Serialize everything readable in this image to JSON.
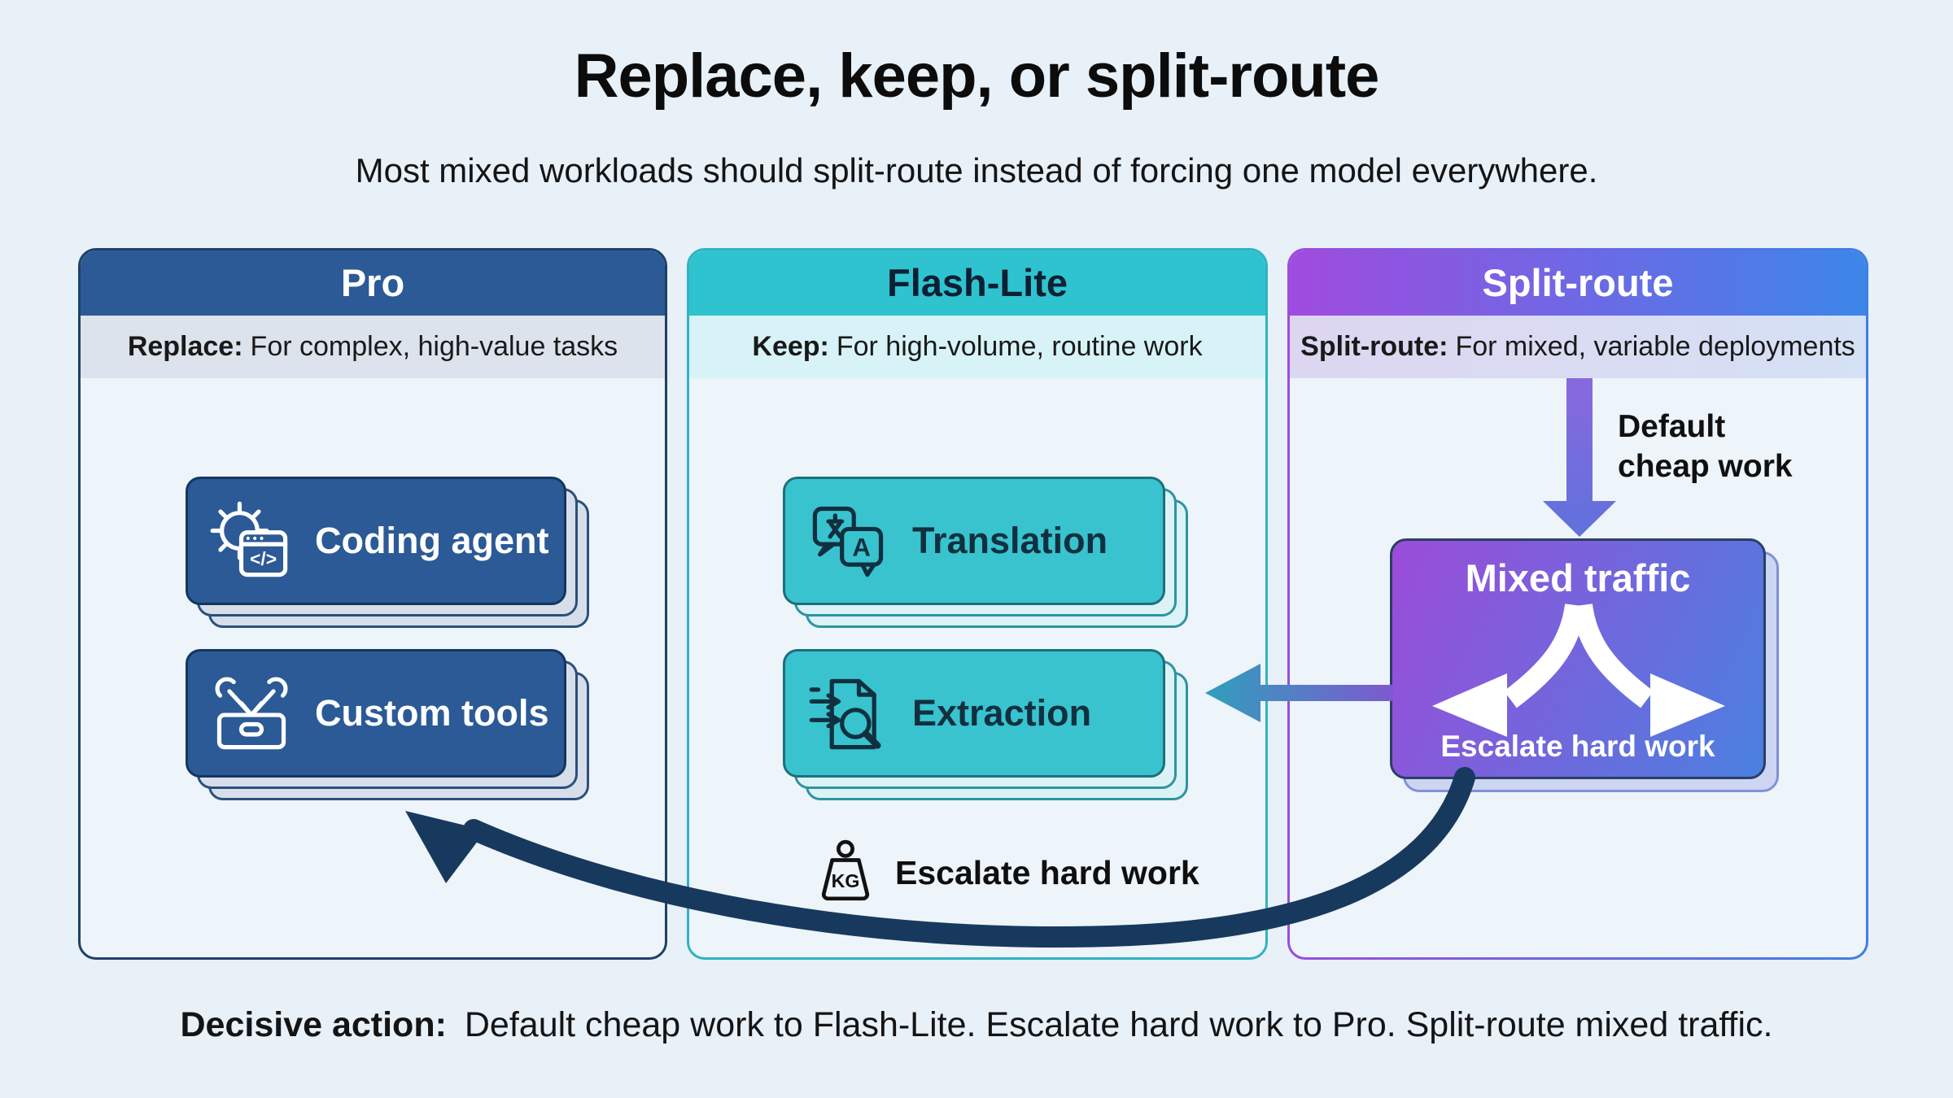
{
  "page": {
    "title": "Replace, keep, or split-route",
    "subtitle": "Most mixed workloads should split-route instead of forcing one model everywhere.",
    "background_color": "#e8f0f8"
  },
  "columns": [
    {
      "title": "Pro",
      "tagline_lead": "Replace:",
      "tagline_rest": " For complex, high-value tasks",
      "header_color": "#2b5a96",
      "cards": [
        {
          "label": "Coding agent",
          "icon": "gear-code-icon"
        },
        {
          "label": "Custom tools",
          "icon": "toolbox-icon"
        }
      ]
    },
    {
      "title": "Flash-Lite",
      "tagline_lead": "Keep:",
      "tagline_rest": " For high-volume, routine work",
      "header_color": "#2fc3cf",
      "cards": [
        {
          "label": "Translation",
          "icon": "translation-bubbles-icon"
        },
        {
          "label": "Extraction",
          "icon": "document-search-icon"
        }
      ]
    },
    {
      "title": "Split-route",
      "tagline_lead": "Split-route:",
      "tagline_rest": " For mixed, variable deployments",
      "header_gradient": [
        "#a04be0",
        "#3c86e8"
      ],
      "router": {
        "title": "Mixed traffic",
        "escalate_label": "Escalate hard work",
        "gradient": [
          "#9b4cd9",
          "#4a80e0"
        ]
      },
      "default_label": {
        "line1": "Default",
        "line2": "cheap work"
      }
    }
  ],
  "annotations": {
    "escalate": {
      "label": "Escalate hard work",
      "icon": "kg-weight-icon"
    }
  },
  "arrows": {
    "down_arrow": {
      "name": "default-cheap-work-arrow",
      "colors": [
        "#8a68de",
        "#5e72dc"
      ]
    },
    "route_to_flash_arrow": {
      "name": "mixed-to-extraction-arrow",
      "colors": [
        "#2f9fbc",
        "#7e59d0"
      ]
    },
    "split_arrow": {
      "name": "split-branch-arrow",
      "color": "#ffffff"
    },
    "escalate_curve": {
      "name": "escalate-to-pro-arrow",
      "color": "#17395e"
    }
  },
  "footer": {
    "lead": "Decisive action:",
    "rest": " Default cheap work to Flash-Lite. Escalate hard work to Pro. Split-route mixed traffic."
  }
}
